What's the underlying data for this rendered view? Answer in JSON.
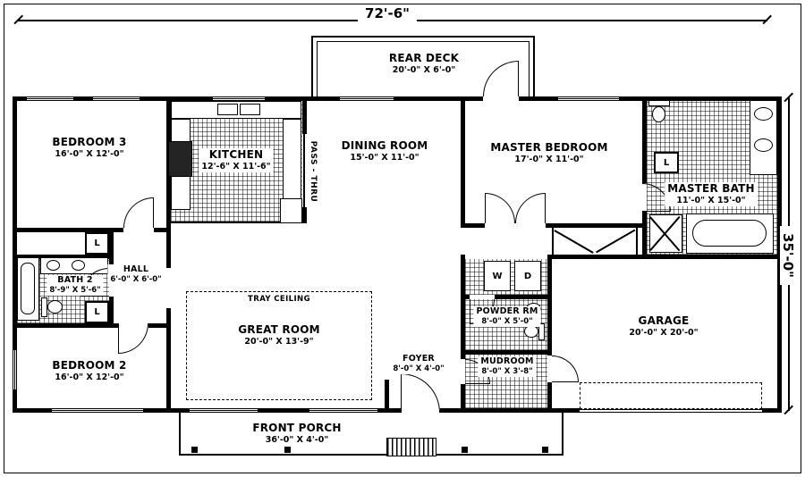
{
  "dimensions": {
    "overall_width": "72'-6\"",
    "overall_height": "35'-0\""
  },
  "rooms": {
    "rear_deck": {
      "name": "REAR DECK",
      "dims": "20'-0\" X 6'-0\""
    },
    "bedroom3": {
      "name": "BEDROOM 3",
      "dims": "16'-0\" X 12'-0\""
    },
    "kitchen": {
      "name": "KITCHEN",
      "dims": "12'-6\" X 11'-6\""
    },
    "pass_thru": {
      "name": "PASS - THRU"
    },
    "dining_room": {
      "name": "DINING ROOM",
      "dims": "15'-0\" X 11'-0\""
    },
    "master_bedroom": {
      "name": "MASTER BEDROOM",
      "dims": "17'-0\" X 11'-0\""
    },
    "master_bath": {
      "name": "MASTER BATH",
      "dims": "11'-0\" X 15'-0\""
    },
    "bath2": {
      "name": "BATH 2",
      "dims": "8'-9\" X 5'-6\""
    },
    "hall": {
      "name": "HALL",
      "dims": "6'-0\" X 6'-0\""
    },
    "great_room": {
      "name": "GREAT ROOM",
      "dims": "20'-0\" X 13'-9\""
    },
    "tray_ceiling": {
      "name": "TRAY CEILING"
    },
    "powder_room": {
      "name": "POWDER RM",
      "dims": "8'-0\" X 5'-0\""
    },
    "mudroom": {
      "name": "MUDROOM",
      "dims": "8'-0\" X 3'-8\""
    },
    "foyer": {
      "name": "FOYER",
      "dims": "8'-0\" X 4'-0\""
    },
    "garage": {
      "name": "GARAGE",
      "dims": "20'-0\" X 20'-0\""
    },
    "bedroom2": {
      "name": "BEDROOM 2",
      "dims": "16'-0\" X 12'-0\""
    },
    "front_porch": {
      "name": "FRONT PORCH",
      "dims": "36'-0\" X 4'-0\""
    }
  },
  "markers": {
    "linen": "L",
    "washer": "W",
    "dryer": "D"
  },
  "colors": {
    "wall": "#000000",
    "paper": "#ffffff"
  }
}
